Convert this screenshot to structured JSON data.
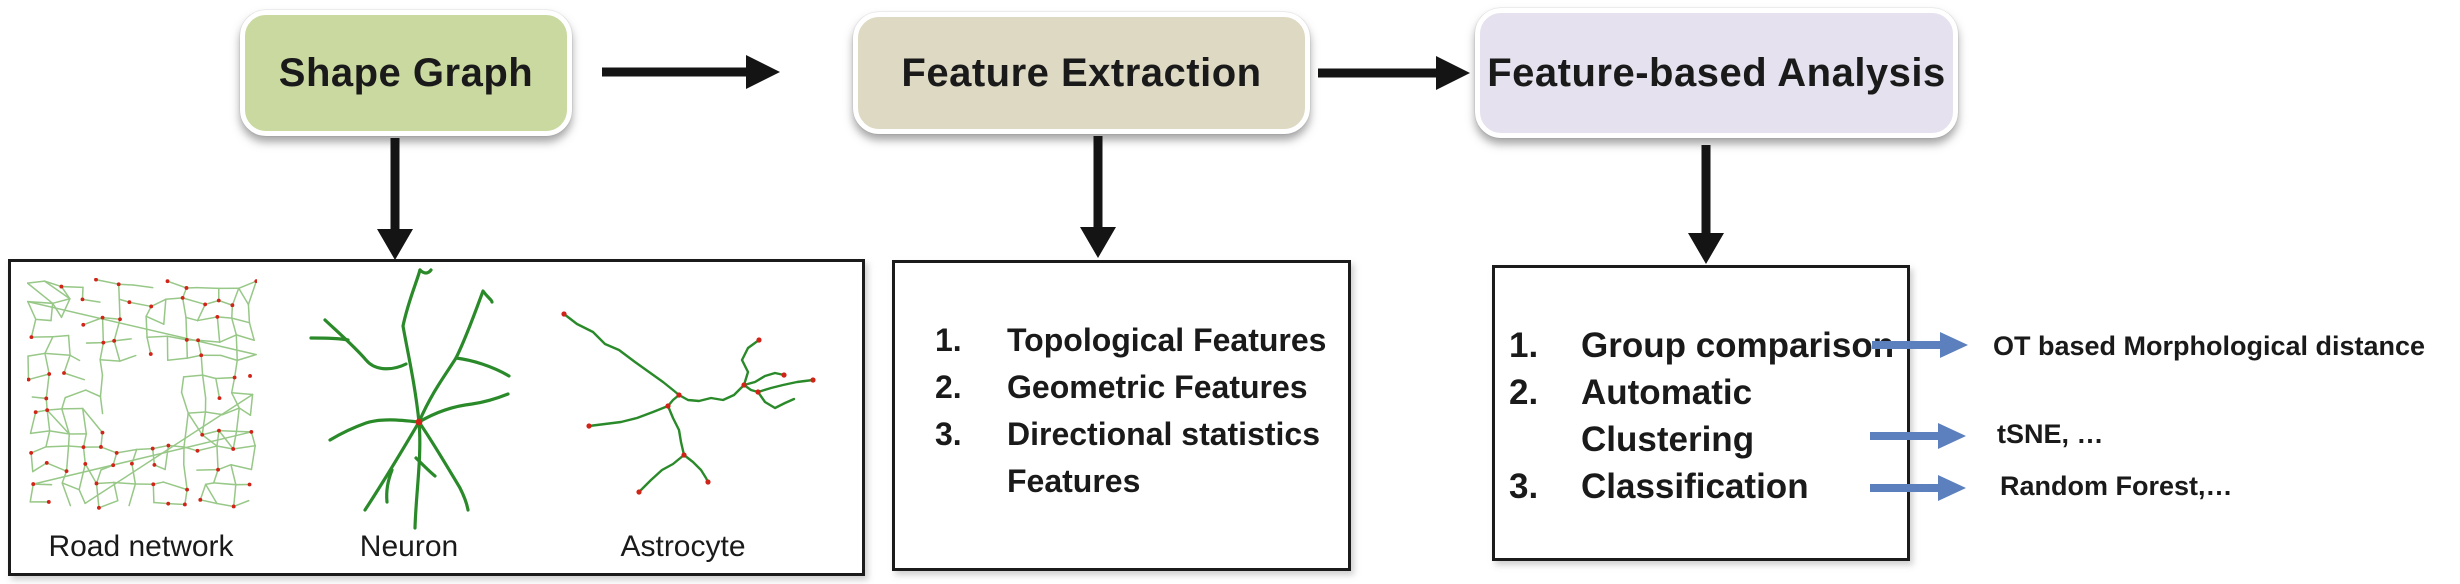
{
  "colors": {
    "shape_graph_fill": "#c9d9a0",
    "feature_extraction_fill": "#ded9c3",
    "feature_analysis_fill": "#e5e1ee",
    "arrow_black": "#141414",
    "arrow_blue": "#5b80bd",
    "road_green": "#98c888",
    "tree_green": "#2a8a2a",
    "node_red": "#d02418"
  },
  "pipeline": {
    "stages": [
      {
        "label": "Shape Graph"
      },
      {
        "label": "Feature Extraction"
      },
      {
        "label": "Feature-based Analysis"
      }
    ]
  },
  "examples": {
    "labels": [
      {
        "label": "Road network"
      },
      {
        "label": "Neuron"
      },
      {
        "label": "Astrocyte"
      }
    ]
  },
  "features": {
    "items": [
      {
        "num": "1.",
        "text": "Topological Features"
      },
      {
        "num": "2.",
        "text": "Geometric Features"
      },
      {
        "num": "3.",
        "text": "Directional statistics Features"
      }
    ]
  },
  "analysis": {
    "items": [
      {
        "num": "1.",
        "text": "Group comparison"
      },
      {
        "num": "2.",
        "text": "Automatic Clustering"
      },
      {
        "num": "3.",
        "text": "Classification"
      }
    ],
    "outputs": [
      {
        "text": "OT based Morphological distance"
      },
      {
        "text": "tSNE, …"
      },
      {
        "text": "Random Forest,…"
      }
    ]
  }
}
